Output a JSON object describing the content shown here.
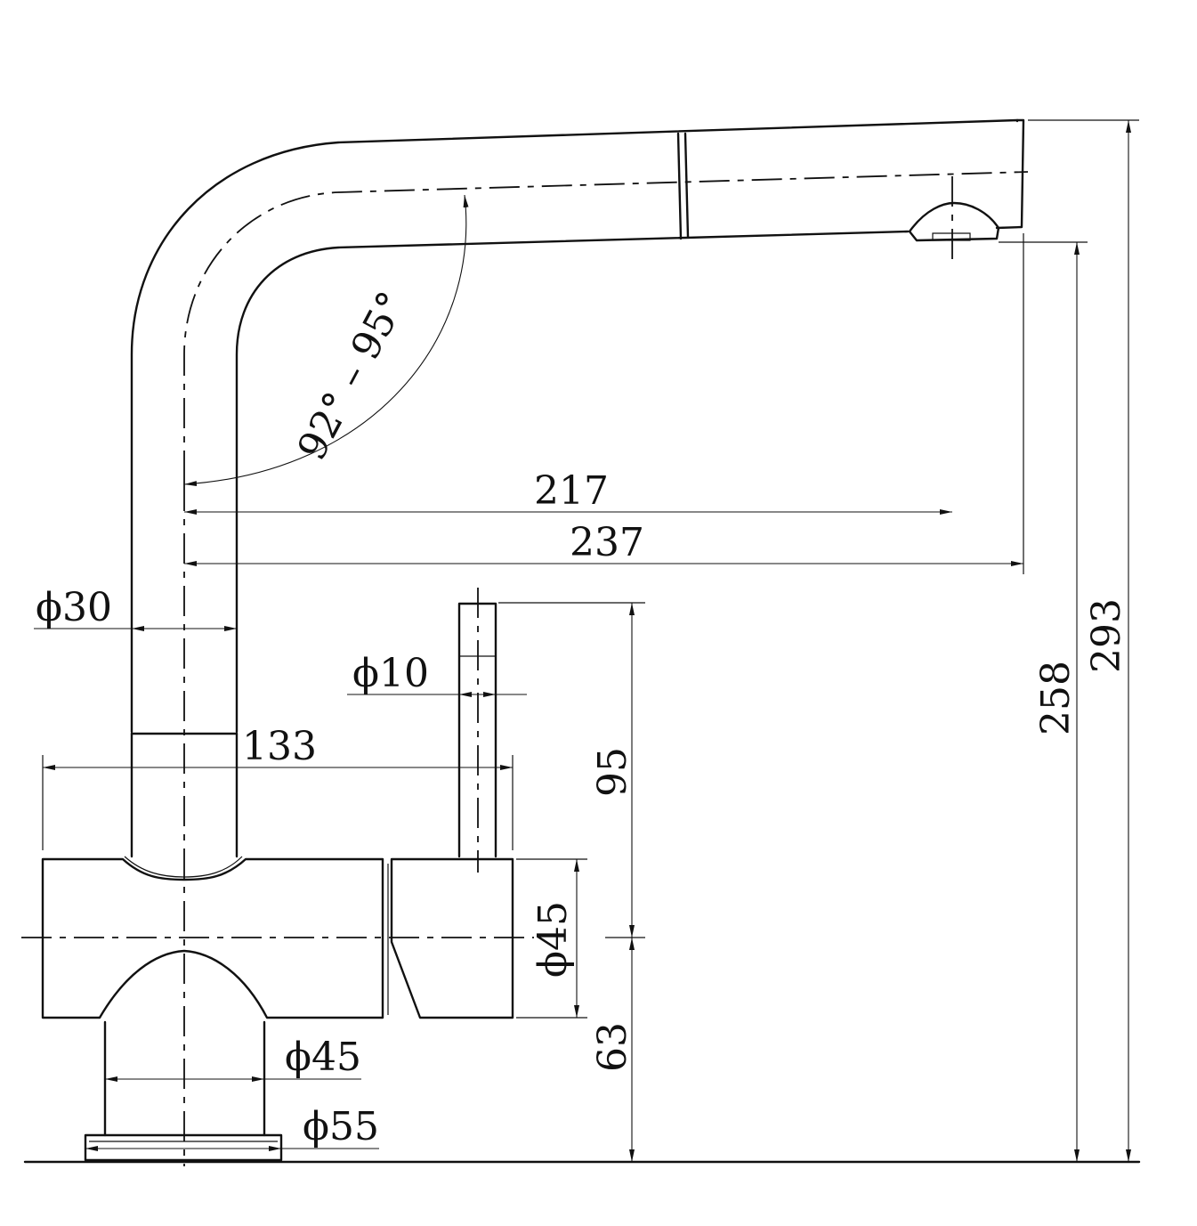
{
  "labels": {
    "d217": "217",
    "d237": "237",
    "d30": "ϕ30",
    "d10": "ϕ10",
    "d133": "133",
    "d95": "95",
    "d45_body": "ϕ45",
    "d63": "63",
    "d45_base": "ϕ45",
    "d55": "ϕ55",
    "d258": "258",
    "d293": "293",
    "angle": "92° – 95°"
  }
}
